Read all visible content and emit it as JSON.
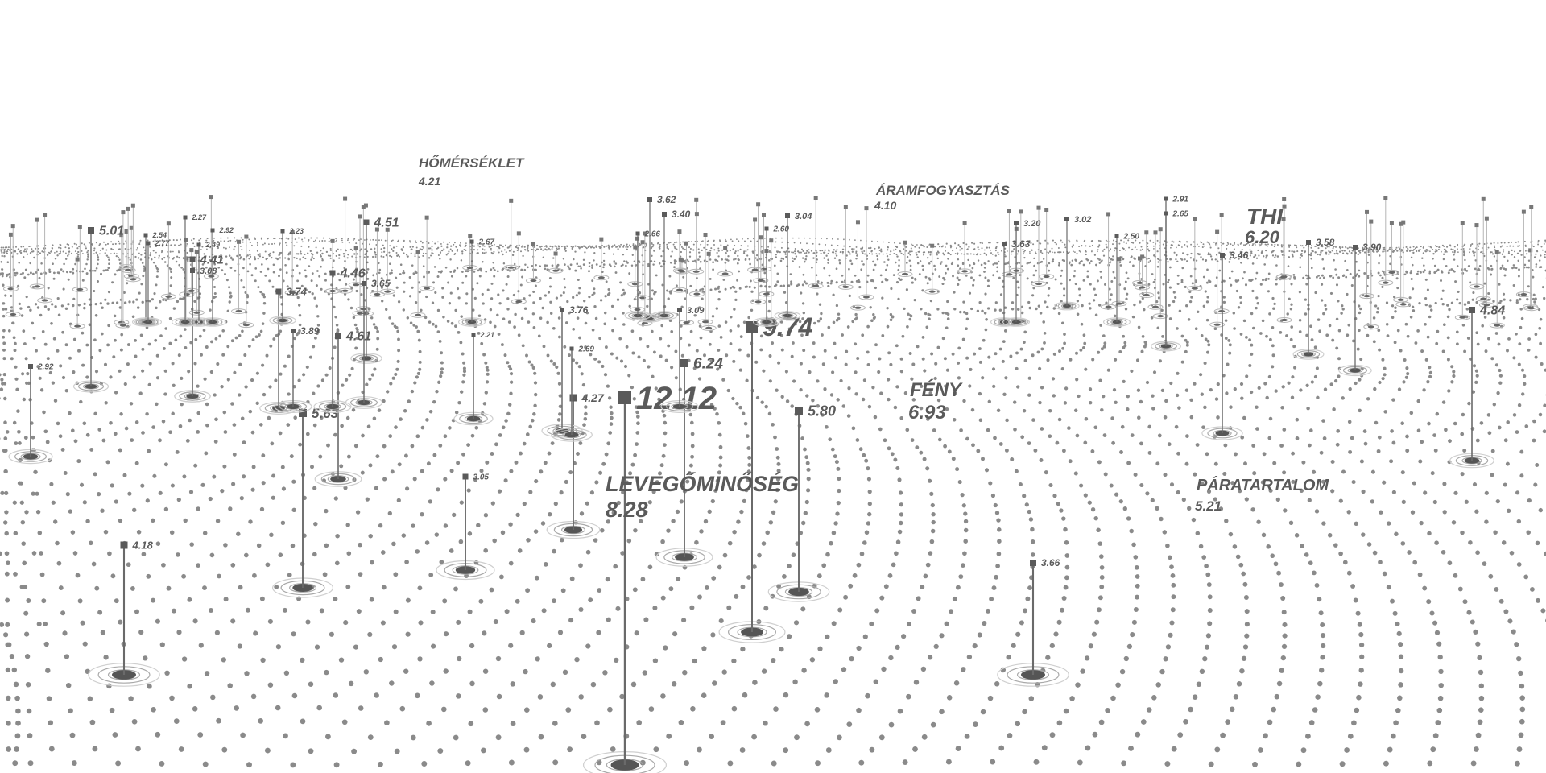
{
  "colors": {
    "background": "#ffffff",
    "ink": "#5a5a5a",
    "dots": "#8a8a8a",
    "faint": "#b5b5b5"
  },
  "categories": {
    "temperature": "HŐMÉRSÉKLET",
    "power": "ÁRAMFOGYASZTÁS",
    "thi": "THI",
    "light": "FÉNY",
    "air": "LEVEGŐMINŐSÉG",
    "humidity": "PÁRATARTALOM"
  },
  "values": {
    "temperature": "4.21",
    "power": "4.10",
    "thi": "6.20",
    "light": "6.93",
    "air": "8.28",
    "humidity": "5.21"
  },
  "markers": [
    "12.12",
    "9.74",
    "6.24",
    "5.80",
    "5.63",
    "5.01",
    "4.84",
    "4.61",
    "4.51",
    "4.46",
    "4.41",
    "4.27",
    "4.18",
    "3.74",
    "3.65",
    "3.66",
    "3.62",
    "3.58",
    "3.46",
    "3.40",
    "3.90",
    "3.89",
    "3.76",
    "3.63",
    "3.20",
    "3.09",
    "3.08",
    "3.05",
    "3.04",
    "3.02",
    "2.92",
    "2.69",
    "2.66",
    "2.67",
    "2.60",
    "2.50",
    "2.91",
    "2.65",
    "2.23",
    "2.21",
    "2.54",
    "2.77",
    "2.49",
    "2.27",
    "2.92"
  ]
}
